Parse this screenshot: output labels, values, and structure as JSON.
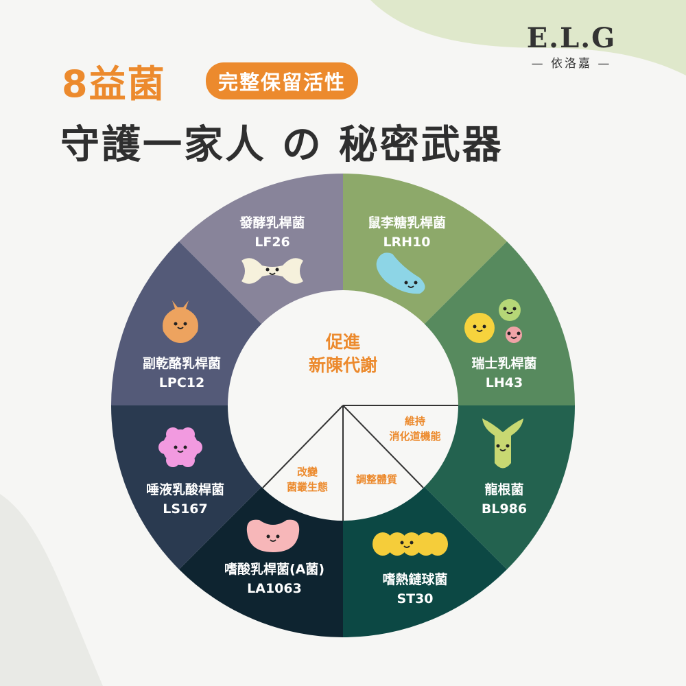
{
  "header": {
    "title_prefix": "8益菌",
    "badge": "完整保留活性",
    "subtitle": "守護一家人 の 秘密武器"
  },
  "logo": {
    "mark": "E.L.G",
    "name": "— 依洛嘉 —"
  },
  "center": {
    "main": [
      "促進",
      "新陳代謝"
    ],
    "sections": [
      [
        "維持",
        "消化道機能"
      ],
      [
        "調整體質"
      ],
      [
        "改變",
        "菌叢生態"
      ]
    ]
  },
  "colors": {
    "accent": "#ec8a2d"
  },
  "segments": [
    {
      "name": "發酵乳桿菌",
      "code": "LF26",
      "color": "#88849a"
    },
    {
      "name": "鼠李糖乳桿菌",
      "code": "LRH10",
      "color": "#8da96a"
    },
    {
      "name": "瑞士乳桿菌",
      "code": "LH43",
      "color": "#578a5e"
    },
    {
      "name": "龍根菌",
      "code": "BL986",
      "color": "#23624f"
    },
    {
      "name": "嗜熱鏈球菌",
      "code": "ST30",
      "color": "#0c4844"
    },
    {
      "name": "嗜酸乳桿菌(A菌)",
      "code": "LA1063",
      "color": "#0e2430"
    },
    {
      "name": "唾液乳酸桿菌",
      "code": "LS167",
      "color": "#2a3a50"
    },
    {
      "name": "副乾酪乳桿菌",
      "code": "LPC12",
      "color": "#545a78"
    }
  ]
}
